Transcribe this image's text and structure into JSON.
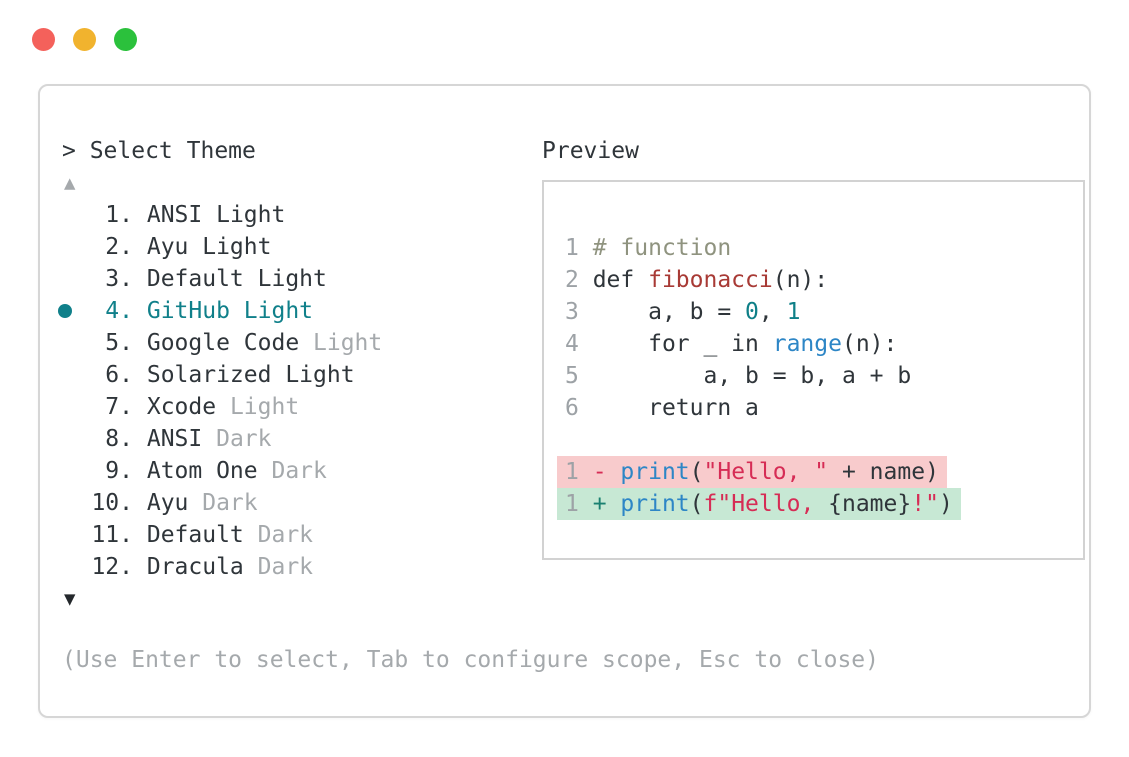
{
  "window": {
    "traffic_lights": [
      {
        "name": "close",
        "color": "#f4615b"
      },
      {
        "name": "minimize",
        "color": "#f1b32e"
      },
      {
        "name": "maximize",
        "color": "#2bc13c"
      }
    ]
  },
  "colors": {
    "text": "#2f353a",
    "dim": "#a5a9ac",
    "selected": "#10808a",
    "linenum": "#9da2a6",
    "comment": "#8f937f",
    "func": "#a83a35",
    "number": "#0e7f87",
    "builtin": "#2d86c6",
    "string": "#d62c55",
    "minus": "#d62c55",
    "plus": "#1a8070",
    "removed": "#f8cbcc",
    "added": "#c7e8d4",
    "arrow_down": "#24282c"
  },
  "selector": {
    "prompt": "> Select Theme",
    "scroll_up_symbol": "▲",
    "scroll_down_symbol": "▼",
    "hint": "(Use Enter to select, Tab to configure scope, Esc to close)",
    "items": [
      {
        "number": "1.",
        "name": "ANSI",
        "variant": "Light",
        "variant_dim": false,
        "selected": false
      },
      {
        "number": "2.",
        "name": "Ayu",
        "variant": "Light",
        "variant_dim": false,
        "selected": false
      },
      {
        "number": "3.",
        "name": "Default",
        "variant": "Light",
        "variant_dim": false,
        "selected": false
      },
      {
        "number": "4.",
        "name": "GitHub",
        "variant": "Light",
        "variant_dim": false,
        "selected": true
      },
      {
        "number": "5.",
        "name": "Google Code",
        "variant": "Light",
        "variant_dim": true,
        "selected": false
      },
      {
        "number": "6.",
        "name": "Solarized",
        "variant": "Light",
        "variant_dim": false,
        "selected": false
      },
      {
        "number": "7.",
        "name": "Xcode",
        "variant": "Light",
        "variant_dim": true,
        "selected": false
      },
      {
        "number": "8.",
        "name": "ANSI",
        "variant": "Dark",
        "variant_dim": true,
        "selected": false
      },
      {
        "number": "9.",
        "name": "Atom One",
        "variant": "Dark",
        "variant_dim": true,
        "selected": false
      },
      {
        "number": "10.",
        "name": "Ayu",
        "variant": "Dark",
        "variant_dim": true,
        "selected": false
      },
      {
        "number": "11.",
        "name": "Default",
        "variant": "Dark",
        "variant_dim": true,
        "selected": false
      },
      {
        "number": "12.",
        "name": "Dracula",
        "variant": "Dark",
        "variant_dim": true,
        "selected": false
      }
    ]
  },
  "preview": {
    "title": "Preview",
    "lines": [
      {
        "num": "1",
        "bg": null,
        "tokens": [
          [
            "# function",
            "comment"
          ]
        ]
      },
      {
        "num": "2",
        "bg": null,
        "tokens": [
          [
            "def ",
            "text"
          ],
          [
            "fibonacci",
            "func"
          ],
          [
            "(n):",
            "text"
          ]
        ]
      },
      {
        "num": "3",
        "bg": null,
        "tokens": [
          [
            "    a, b = ",
            "text"
          ],
          [
            "0",
            "number"
          ],
          [
            ", ",
            "text"
          ],
          [
            "1",
            "number"
          ]
        ]
      },
      {
        "num": "4",
        "bg": null,
        "tokens": [
          [
            "    for _ in ",
            "text"
          ],
          [
            "range",
            "builtin"
          ],
          [
            "(n):",
            "text"
          ]
        ]
      },
      {
        "num": "5",
        "bg": null,
        "tokens": [
          [
            "        a, b = b, a + b",
            "text"
          ]
        ]
      },
      {
        "num": "6",
        "bg": null,
        "tokens": [
          [
            "    return a",
            "text"
          ]
        ]
      },
      {
        "num": "",
        "bg": null,
        "tokens": []
      },
      {
        "num": "1",
        "bg": "removed",
        "tokens": [
          [
            "- ",
            "minus"
          ],
          [
            "print",
            "builtin"
          ],
          [
            "(",
            "text"
          ],
          [
            "\"Hello, \"",
            "string"
          ],
          [
            " + name)",
            "text"
          ]
        ]
      },
      {
        "num": "1",
        "bg": "added",
        "tokens": [
          [
            "+ ",
            "plus"
          ],
          [
            "print",
            "builtin"
          ],
          [
            "(",
            "text"
          ],
          [
            "f\"Hello, ",
            "string"
          ],
          [
            "{name}",
            "text"
          ],
          [
            "!\"",
            "string"
          ],
          [
            ")",
            "text"
          ]
        ]
      }
    ]
  }
}
